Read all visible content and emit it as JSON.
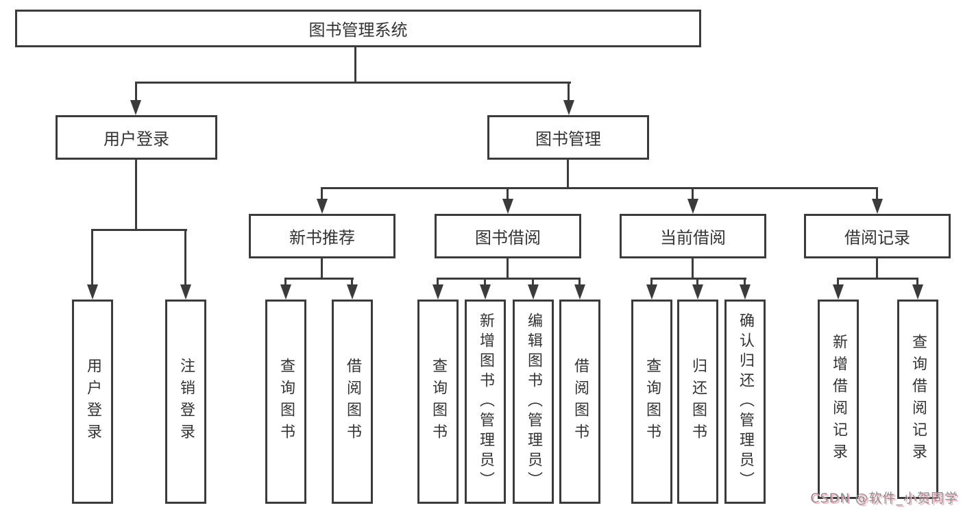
{
  "nodes": {
    "root": "图书管理系统",
    "user_login": "用户登录",
    "book_management": "图书管理",
    "ul_user_login": "用户登录",
    "ul_logout": "注销登录",
    "new_book_recommend": "新书推荐",
    "book_borrow": "图书借阅",
    "current_borrow": "当前借阅",
    "borrow_records": "借阅记录",
    "nb_query_books": "查询图书",
    "nb_borrow_books": "借阅图书",
    "bb_query_books": "查询图书",
    "bb_add_books_admin": "新增图书（管理员）",
    "bb_edit_books_admin": "编辑图书（管理员）",
    "bb_borrow_books": "借阅图书",
    "cb_query_books": "查询图书",
    "cb_return_books": "归还图书",
    "cb_confirm_return_admin": "确认归还（管理员）",
    "br_add_records": "新增借阅记录",
    "br_query_records": "查询借阅记录"
  },
  "watermark": "CSDN @软件_小贺同学",
  "colors": {
    "line": "#3b3b3b",
    "box_border": "#3b3b3b",
    "text": "#333333",
    "background": "#ffffff",
    "watermark_text": "#8f8f8f",
    "watermark_shadow": "#f2aebc"
  }
}
